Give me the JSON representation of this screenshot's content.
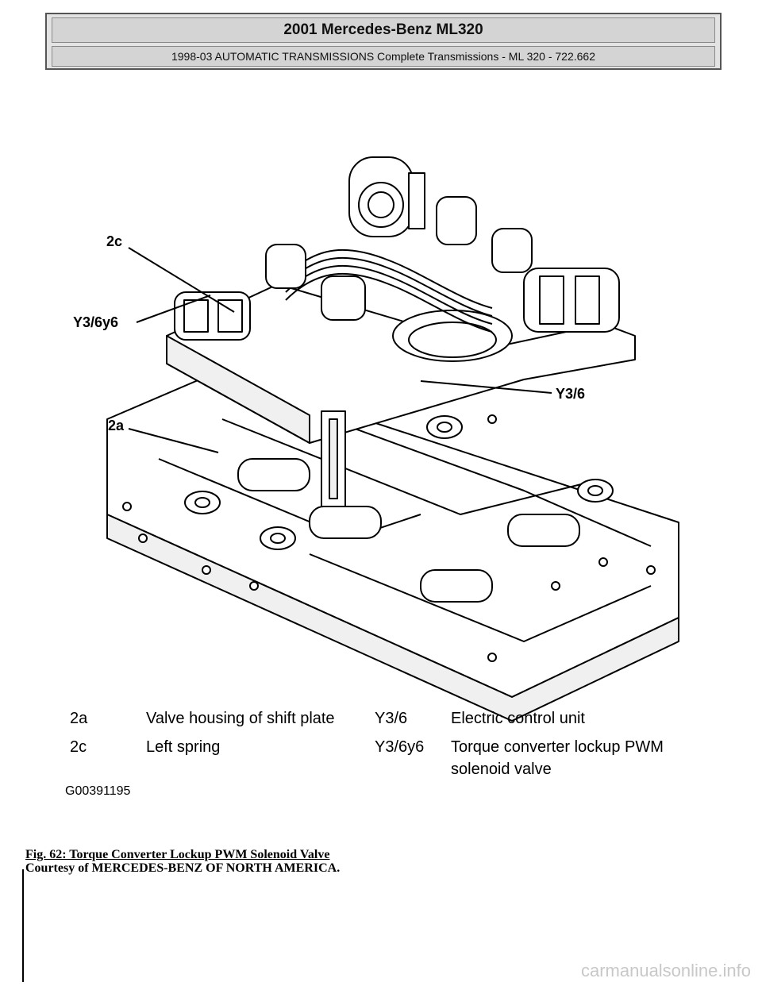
{
  "header": {
    "title": "2001 Mercedes-Benz ML320",
    "subtitle": "1998-03 AUTOMATIC TRANSMISSIONS Complete Transmissions - ML 320 - 722.662"
  },
  "figure": {
    "callouts": [
      "2c",
      "Y3/6y6",
      "2a",
      "Y3/6"
    ],
    "legend": [
      {
        "code": "2a",
        "desc": "Valve housing of shift plate",
        "code2": "Y3/6",
        "desc2": "Electric control unit"
      },
      {
        "code": "2c",
        "desc": "Left spring",
        "code2": "Y3/6y6",
        "desc2": "Torque converter lockup PWM",
        "desc2b": "solenoid valve"
      }
    ],
    "figure_id": "G00391195"
  },
  "caption": {
    "title": "Fig. 62: Torque Converter Lockup PWM Solenoid Valve",
    "courtesy": "Courtesy of MERCEDES-BENZ OF NORTH AMERICA."
  },
  "watermark": "carmanualsonline.info"
}
